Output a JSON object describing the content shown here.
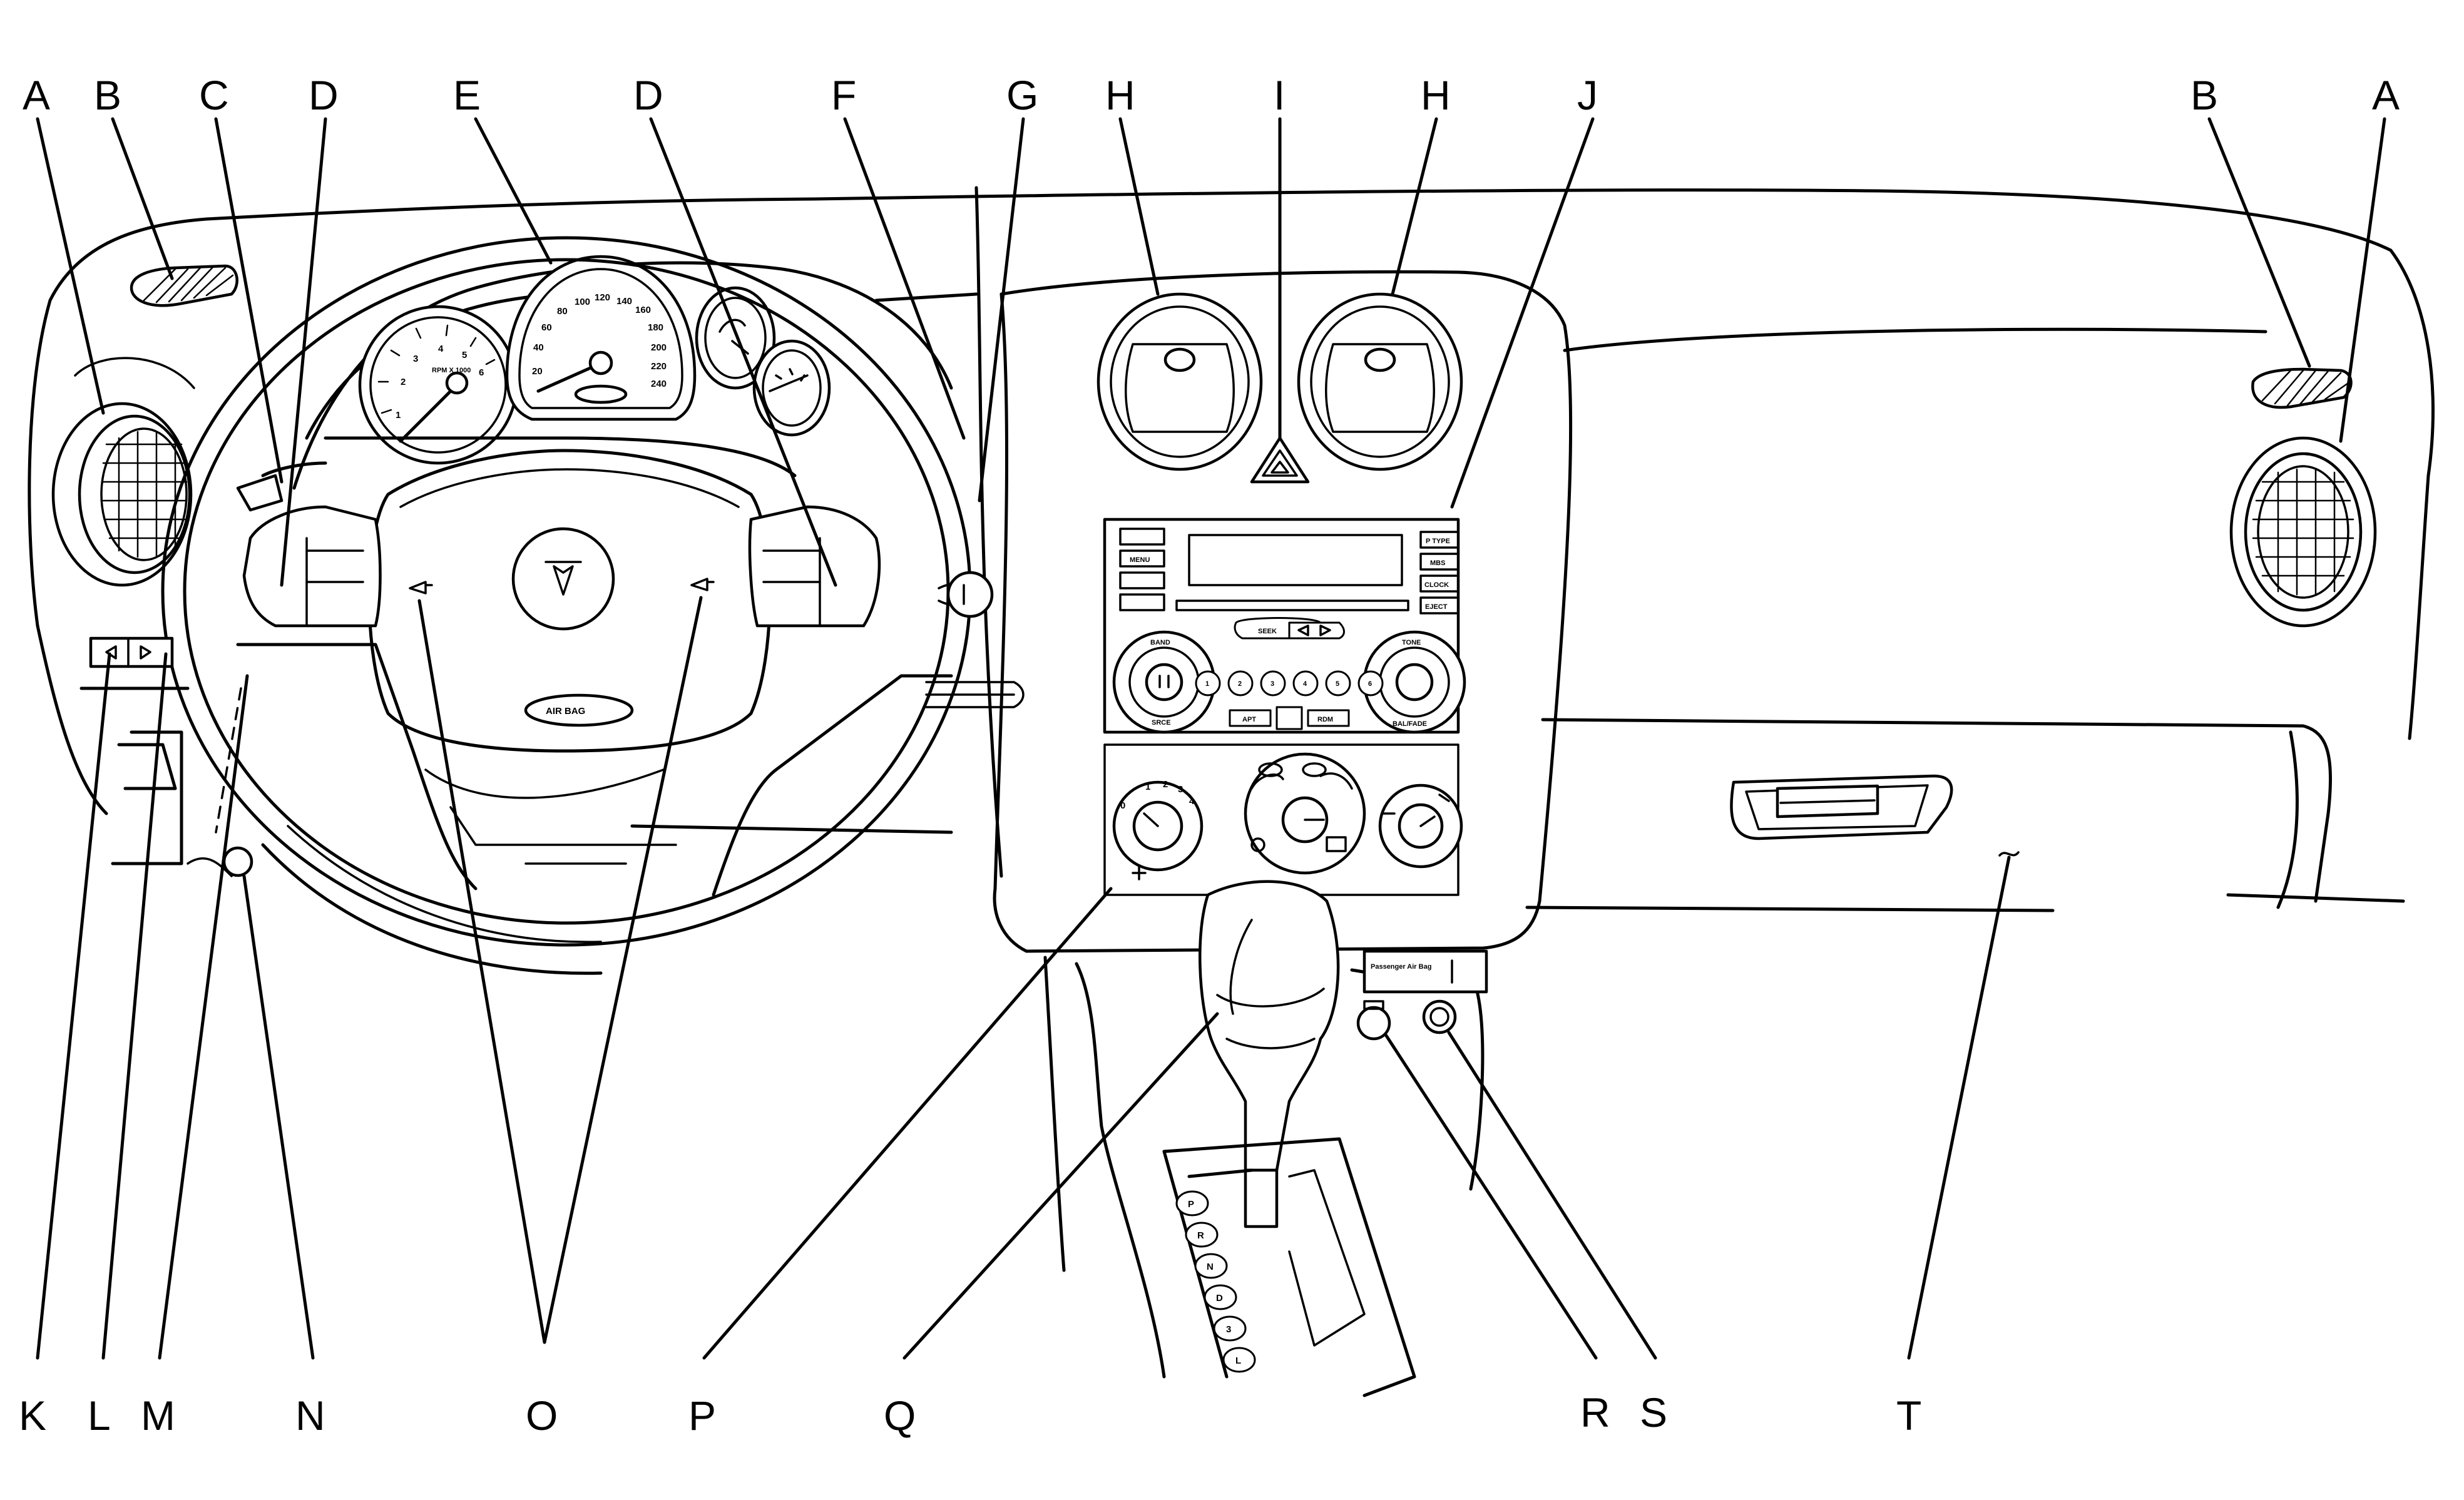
{
  "diagram": {
    "callout_letters": {
      "A": "A",
      "B": "B",
      "C": "C",
      "D": "D",
      "E": "E",
      "F": "F",
      "G": "G",
      "H": "H",
      "I": "I",
      "J": "J",
      "K": "K",
      "L": "L",
      "M": "M",
      "N": "N",
      "O": "O",
      "P": "P",
      "Q": "Q",
      "R": "R",
      "S": "S",
      "T": "T"
    },
    "labels": {
      "airbag": "AIR BAG",
      "passenger_airbag": "Passenger Air Bag",
      "tach_units": "RPM X 1000",
      "radio_menu": "MENU",
      "radio_ptype": "P TYPE",
      "radio_mbs": "MBS",
      "radio_clock": "CLOCK",
      "radio_eject": "EJECT",
      "radio_band": "BAND",
      "radio_tone": "TONE",
      "radio_srce": "SRCE",
      "radio_balfade": "BAL/FADE",
      "radio_apt": "APT",
      "radio_rdm": "RDM",
      "radio_seek": "SEEK",
      "radio_presets": [
        "1",
        "2",
        "3",
        "4",
        "5",
        "6"
      ]
    },
    "gauges": {
      "tach_ticks": [
        "1",
        "2",
        "3",
        "4",
        "5",
        "6"
      ],
      "speedo_ticks": [
        "20",
        "40",
        "60",
        "80",
        "100",
        "120",
        "140",
        "160",
        "180",
        "200",
        "220",
        "240"
      ]
    },
    "fan_ticks": [
      "0",
      "1",
      "2",
      "3",
      "4"
    ],
    "gear_positions": [
      "P",
      "R",
      "N",
      "D",
      "3",
      "L"
    ]
  }
}
